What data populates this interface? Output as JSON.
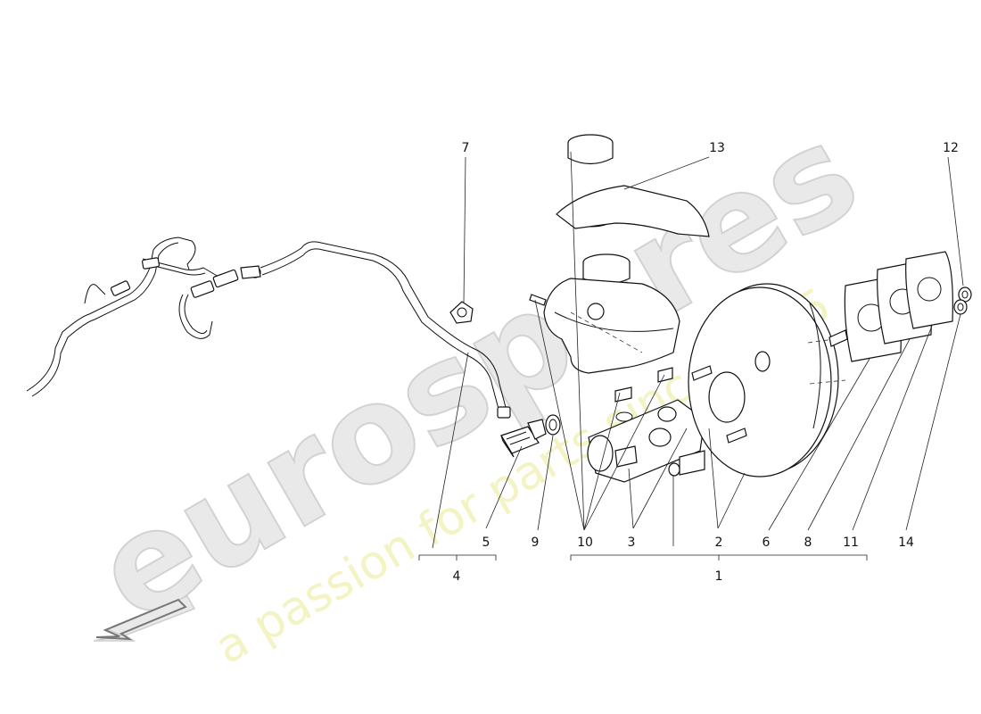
{
  "watermark": {
    "brand": "eurospares",
    "tagline": "a passion for parts since 1985"
  },
  "callouts": [
    {
      "id": "1",
      "text": "1"
    },
    {
      "id": "2",
      "text": "2"
    },
    {
      "id": "3",
      "text": "3"
    },
    {
      "id": "4",
      "text": "4"
    },
    {
      "id": "5",
      "text": "5"
    },
    {
      "id": "6",
      "text": "6"
    },
    {
      "id": "7",
      "text": "7"
    },
    {
      "id": "8",
      "text": "8"
    },
    {
      "id": "9",
      "text": "9"
    },
    {
      "id": "10",
      "text": "10"
    },
    {
      "id": "11",
      "text": "11"
    },
    {
      "id": "12",
      "text": "12"
    },
    {
      "id": "13",
      "text": "13"
    },
    {
      "id": "14",
      "text": "14"
    }
  ],
  "colors": {
    "line": "#111111",
    "watermark_gray": "#e9e9e9",
    "watermark_yellow": "#f3f3c4",
    "background": "#ffffff"
  }
}
